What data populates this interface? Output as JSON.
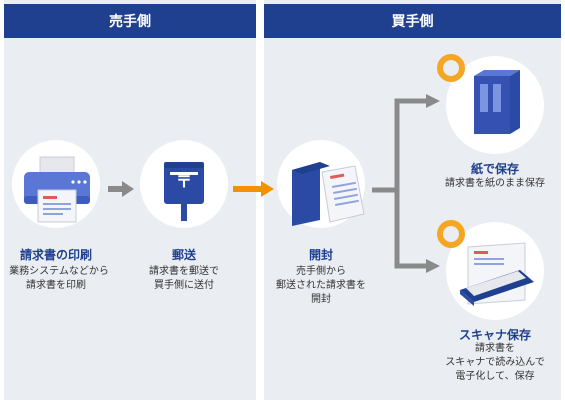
{
  "headers": {
    "seller": "売手側",
    "buyer": "買手側"
  },
  "steps": {
    "print": {
      "title": "請求書の印刷",
      "desc1": "業務システムなどから",
      "desc2": "請求書を印刷"
    },
    "mail": {
      "title": "郵送",
      "desc1": "請求書を郵送で",
      "desc2": "買手側に送付"
    },
    "open": {
      "title": "開封",
      "desc1": "売手側から",
      "desc2": "郵送された請求書を",
      "desc3": "開封"
    },
    "paper": {
      "title": "紙で保存",
      "desc1": "請求書を紙のまま保存"
    },
    "scanner": {
      "title": "スキャナ保存",
      "desc1": "請求書を",
      "desc2": "スキャナで読み込んで",
      "desc3": "電子化して、保存"
    }
  },
  "icons": {
    "mailbox_symbol": "〒"
  },
  "colors": {
    "header": "#1f3f8f",
    "panel": "#eaedf2",
    "accent_orange": "#f39200",
    "arrow_gray": "#8a8a8a",
    "title_blue": "#1f3f8f",
    "ring_orange": "#f5a623"
  }
}
